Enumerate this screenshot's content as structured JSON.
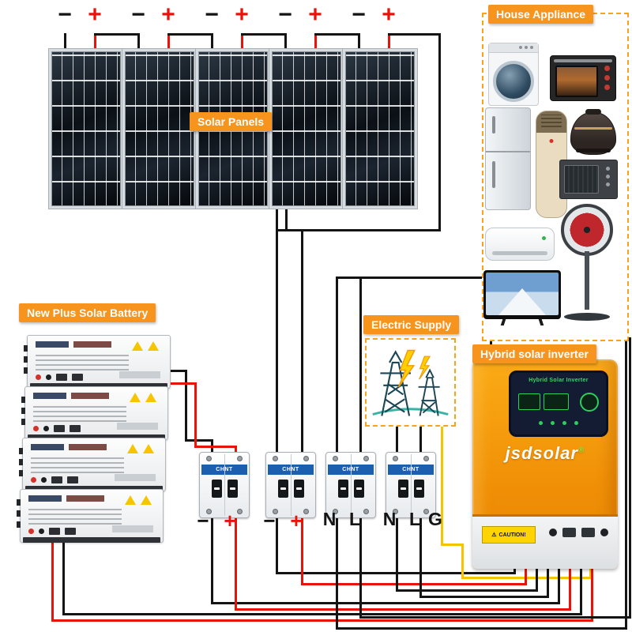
{
  "colors": {
    "accent_orange": "#f7941d",
    "wire_black": "#141414",
    "wire_red": "#e8140c",
    "wire_yellow": "#f2c500",
    "breaker_blue": "#1b5fae"
  },
  "solar": {
    "label": "Solar Panels",
    "terminals": [
      {
        "neg": "−",
        "pos": "+"
      },
      {
        "neg": "−",
        "pos": "+"
      },
      {
        "neg": "−",
        "pos": "+"
      },
      {
        "neg": "−",
        "pos": "+"
      },
      {
        "neg": "−",
        "pos": "+"
      }
    ]
  },
  "house": {
    "label": "House Appliance",
    "appliances": [
      "washing-machine",
      "oven",
      "refrigerator",
      "standing-ac",
      "rice-cooker",
      "microwave",
      "wall-ac",
      "stand-fan",
      "tv"
    ]
  },
  "battery": {
    "label": "New Plus Solar Battery",
    "units": 4
  },
  "supply": {
    "label": "Electric Supply"
  },
  "inverter": {
    "label": "Hybrid solar inverter",
    "brand": "jsdsolar",
    "brand_mark": "®",
    "display_title": "Hybrid Solar Inverter",
    "caution_icon": "⚠",
    "caution_text": "CAUTION!"
  },
  "breakers": {
    "brand": "CHNT",
    "terminals": [
      "−",
      "+",
      "−",
      "+",
      "N",
      "L",
      "N",
      "L",
      "G"
    ]
  }
}
